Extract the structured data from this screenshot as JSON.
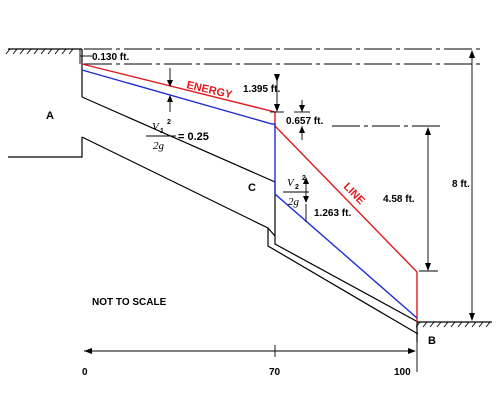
{
  "labels": {
    "head_loss_entrance": "0.130 ft.",
    "head_loss_pipe1": "1.395 ft.",
    "head_loss_expansion": "0.657 ft.",
    "head_loss_pipe2": "1.263 ft.",
    "total_drop_lower": "4.58 ft.",
    "total_head": "8 ft.",
    "energy_word": "ENERGY",
    "line_word": "LINE",
    "reservoir_a": "A",
    "reservoir_b": "B",
    "junction_c": "C",
    "not_to_scale": "NOT TO SCALE",
    "vh1": {
      "var": "V",
      "sub": "1",
      "sup": "2",
      "den": "2g",
      "value": "= 0.25"
    },
    "vh2": {
      "var": "V",
      "sub": "2",
      "sup": "2",
      "den": "2g"
    }
  },
  "axis": {
    "ticks": [
      "0",
      "70",
      "100"
    ]
  },
  "colors": {
    "energy_line": "#e0191c",
    "hydraulic_grade_line": "#1f2fd6",
    "ink": "#000000"
  }
}
